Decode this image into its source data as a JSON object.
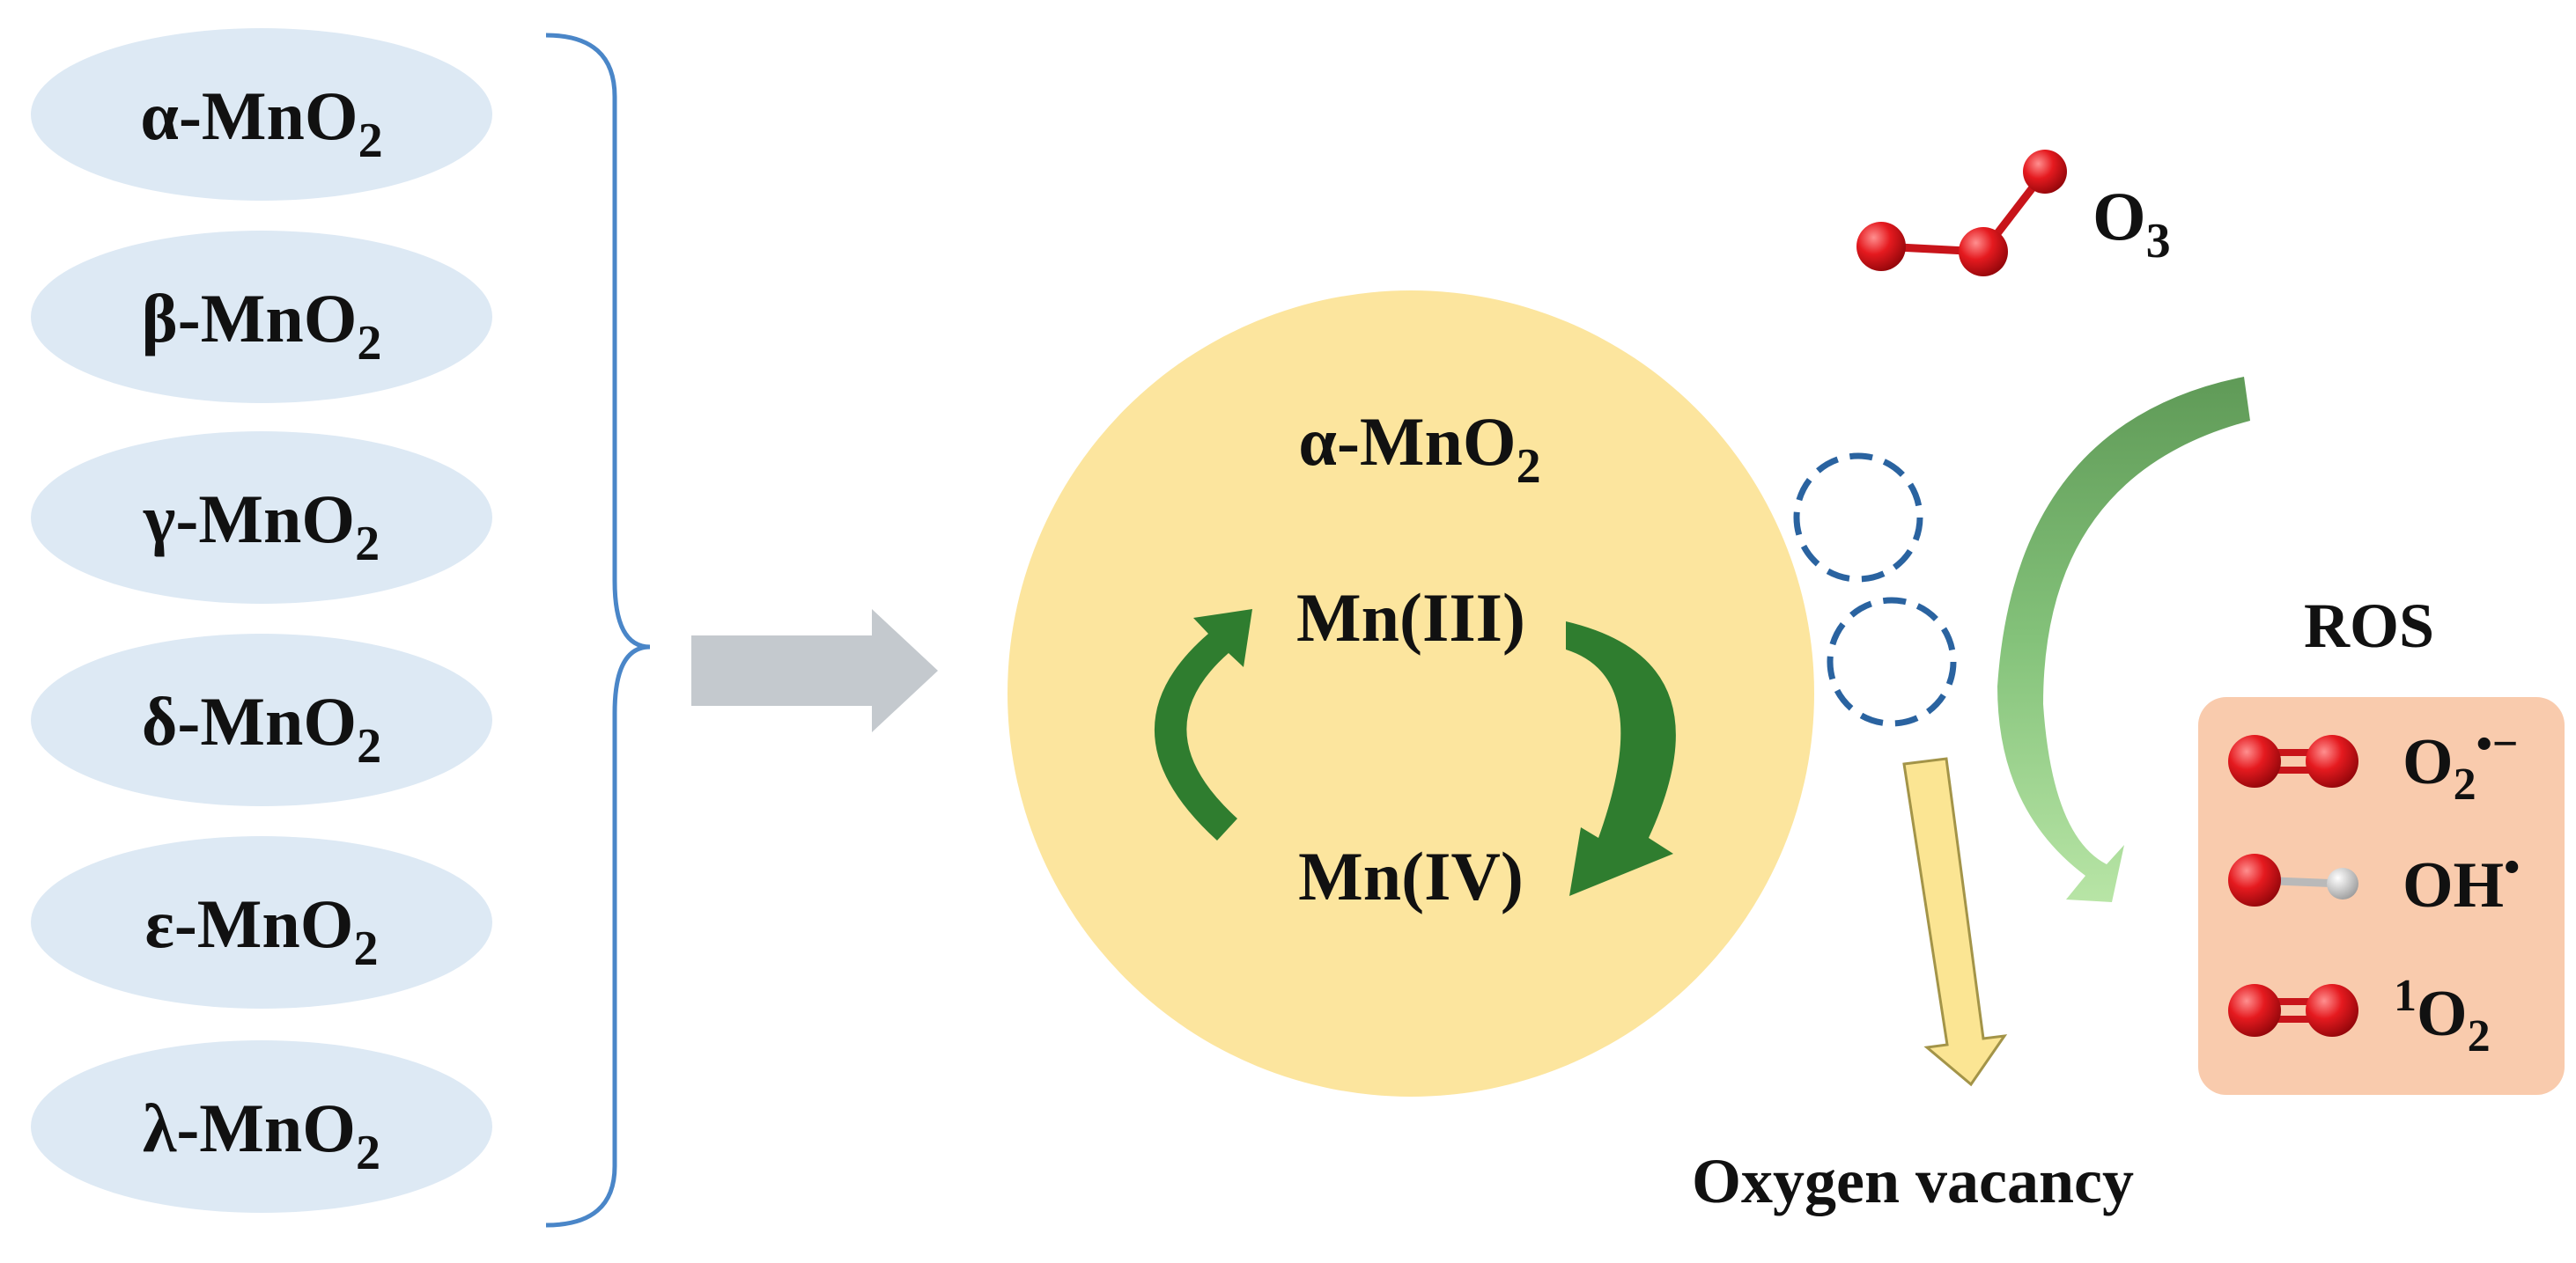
{
  "polymorphs": [
    {
      "prefix": "α-MnO",
      "sub": "2"
    },
    {
      "prefix": "β-MnO",
      "sub": "2"
    },
    {
      "prefix": "γ-MnO",
      "sub": "2"
    },
    {
      "prefix": "δ-MnO",
      "sub": "2"
    },
    {
      "prefix": "ε-MnO",
      "sub": "2"
    },
    {
      "prefix": "λ-MnO",
      "sub": "2"
    }
  ],
  "particle": {
    "label_prefix": "α-MnO",
    "label_sub": "2",
    "mn3": "Mn(III)",
    "mn4": "Mn(IV)"
  },
  "ozone": {
    "prefix": "O",
    "sub": "3"
  },
  "vacancy_label": "Oxygen vacancy",
  "ros": {
    "title": "ROS",
    "superoxide": {
      "prefix": "O",
      "sub": "2",
      "sup": "•−"
    },
    "hydroxyl": {
      "prefix": "OH",
      "sup": "•"
    },
    "singlet": {
      "pre_sup": "1",
      "prefix": "O",
      "sub": "2"
    }
  },
  "colors": {
    "ellipse_fill": "#dde9f4",
    "bracket": "#4a86c8",
    "gray_arrow": "#c4c9ce",
    "particle_fill": "#fce59e",
    "cycle_arrow": "#2f7d2f",
    "vacancy_ring": "#2a63a0",
    "yellow_arrow": "#fbe593",
    "ros_box": "#f9cbad",
    "oxygen_atom": "#d8141b",
    "hydrogen_atom": "#d9d9d9"
  }
}
